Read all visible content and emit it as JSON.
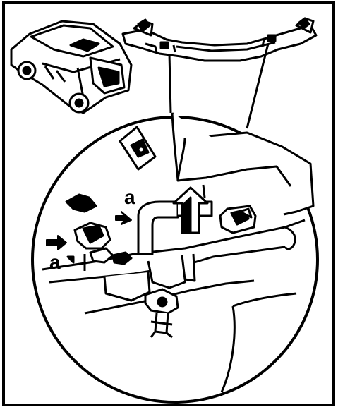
{
  "diagram": {
    "callouts": [
      {
        "id": "a-right",
        "text": "a"
      },
      {
        "id": "a-left",
        "text": "a"
      }
    ],
    "icons": {
      "vehicle": "car-overview-icon",
      "part": "bumper-bracket-icon",
      "direction": "up-arrow-icon",
      "fastener": "clip-icon"
    },
    "colors": {
      "ink": "#000000",
      "paper": "#ffffff",
      "shade": "#8c8c8c"
    }
  }
}
